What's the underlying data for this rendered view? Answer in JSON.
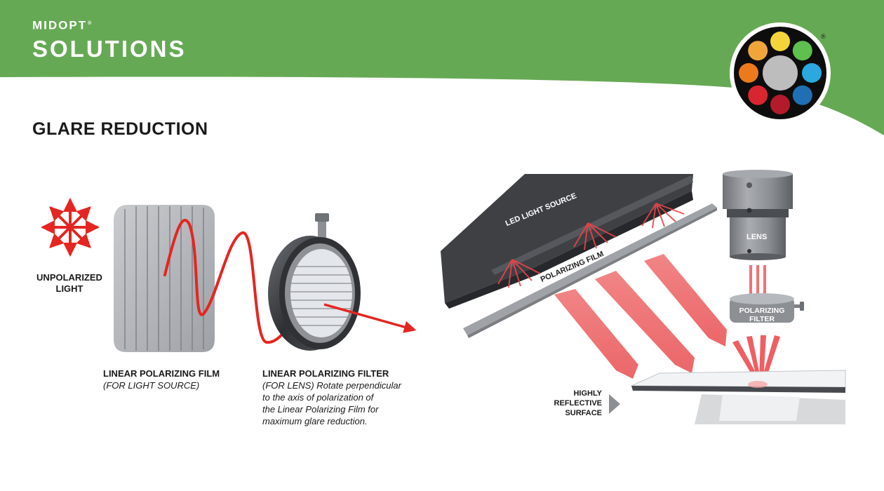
{
  "header": {
    "brand": "MIDOPT",
    "brand_mark": "®",
    "section": "SOLUTIONS",
    "colors": {
      "green": "#66a955",
      "text": "#ffffff"
    }
  },
  "logo": {
    "icon": "color-wheel-logo",
    "mark": "®",
    "swatches": [
      "#f5d43a",
      "#5fbf4f",
      "#2aa8df",
      "#1f6fb5",
      "#b31b2b",
      "#d8262e",
      "#ec7a1c",
      "#f0a53a"
    ],
    "center_color": "#bdbdbd"
  },
  "page": {
    "title": "GLARE REDUCTION"
  },
  "diagram": {
    "unpolarized_label": [
      "UNPOLARIZED",
      "LIGHT"
    ],
    "film_label": "LINEAR POLARIZING FILM",
    "film_sublabel": "(FOR LIGHT SOURCE)",
    "filter_label": "LINEAR POLARIZING FILTER",
    "filter_sublabel": [
      "(FOR LENS) Rotate perpendicular",
      "to the axis of polarization of",
      "the Linear Polarizing Film for",
      "maximum glare reduction."
    ],
    "led_label": "LED LIGHT SOURCE",
    "pol_film_label": "POLARIZING FILM",
    "lens_label": "LENS",
    "pol_filter_label": [
      "POLARIZING",
      "FILTER"
    ],
    "surface_label": [
      "HIGHLY",
      "REFLECTIVE",
      "SURFACE"
    ],
    "colors": {
      "light_ray": "#e52521",
      "film_gray": "#b4b7bb",
      "housing_dark": "#3d3f43"
    }
  }
}
